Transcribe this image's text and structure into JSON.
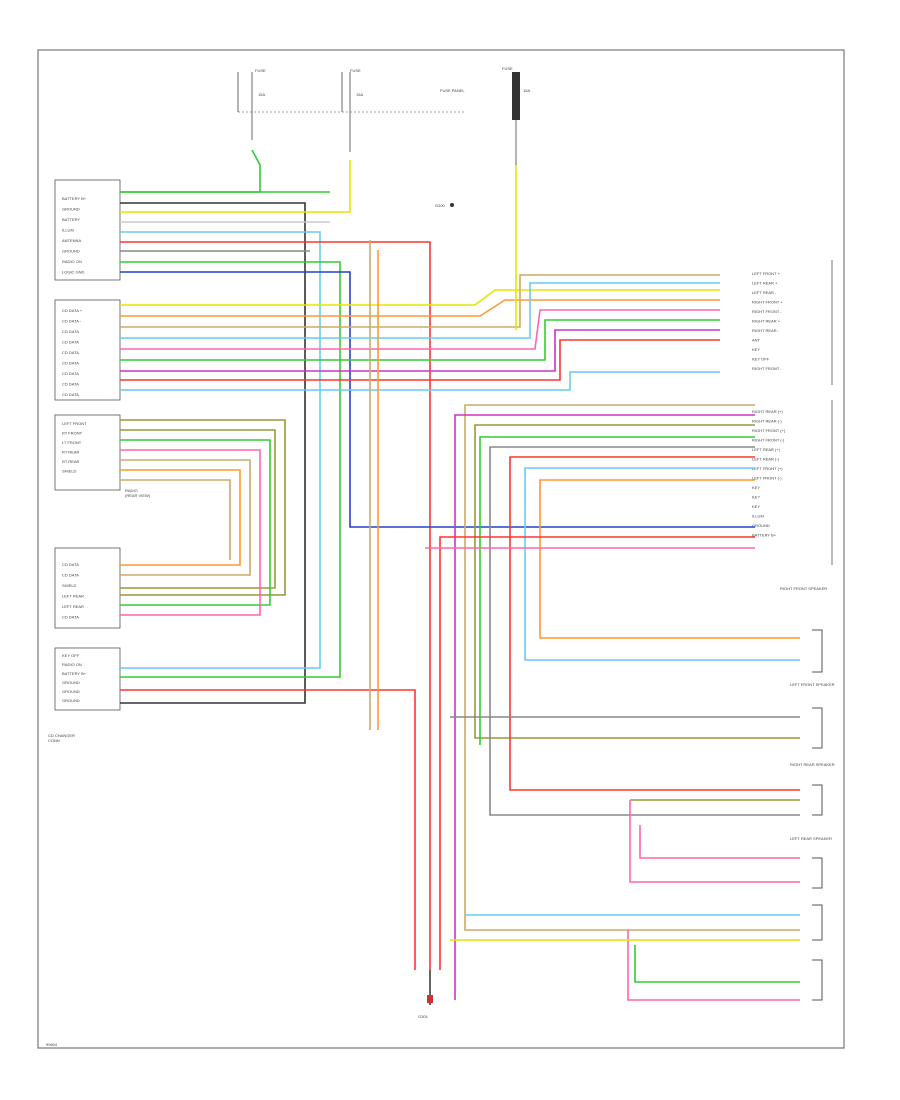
{
  "colors": {
    "green": "#33cc33",
    "yellow": "#e6e600",
    "white": "#cccccc",
    "light_blue": "#66ccee",
    "red": "#ff3333",
    "black": "#333333",
    "dark_blue": "#2244cc",
    "orange": "#ff9933",
    "pink": "#ff66aa",
    "olive": "#999933",
    "violet": "#cc33cc",
    "tan": "#ccaa66",
    "gray": "#888888"
  },
  "labels": {
    "fuse_left": "FUSE",
    "fuse_left_sub": "15A",
    "fuse_mid": "FUSE",
    "fuse_mid_sub": "15A",
    "fuse_right": "FUSE",
    "fuse_right_sub": "15A",
    "fuse_panel": "FUSE PANEL",
    "ground_ref": "G200",
    "radio_block": "RADIO",
    "radio_block_sub": "(REAR VIEW)",
    "cd_block": "CD CHANGER",
    "cd_block_sub": "CONN",
    "speaker_rf": "RIGHT FRONT SPEAKER",
    "speaker_lf": "LEFT FRONT SPEAKER",
    "speaker_rr": "RIGHT REAR SPEAKER",
    "speaker_lr": "LEFT REAR SPEAKER",
    "ground_bottom": "G301",
    "figure_id": "99604"
  },
  "connector_left_top": [
    "BATTERY B+",
    "GROUND",
    "BATTERY",
    "ILLUM",
    "ANTENNA",
    "GROUND",
    "RADIO ON",
    "LOGIC GND"
  ],
  "connector_left_mid": [
    "CD DATA +",
    "CD DATA -",
    "CD DATA",
    "CD DATA",
    "CD DATA",
    "CD DATA",
    "CD DATA",
    "CD DATA",
    "CD DATA"
  ],
  "connector_left_low": [
    "LEFT FRONT",
    "RT FRONT",
    "LT FRONT",
    "RT REAR",
    "RT REAR",
    "SHIELD"
  ],
  "connector_lower2": [
    "CD DATA",
    "CD DATA",
    "SHIELD",
    "LEFT REAR",
    "LEFT REAR",
    "CD DATA"
  ],
  "connector_lower3": [
    "KEY OFF",
    "RADIO ON",
    "BATTERY B+",
    "GROUND",
    "GROUND",
    "GROUND"
  ],
  "connector_right_top": [
    "LEFT FRONT +",
    "LEFT REAR +",
    "LEFT REAR -",
    "RIGHT FRONT +",
    "RIGHT FRONT -",
    "RIGHT REAR +",
    "RIGHT REAR -",
    "ANT",
    "KEY",
    "KEY OFF",
    "RIGHT FRONT -"
  ],
  "connector_right_mid": [
    "RIGHT REAR (+)",
    "RIGHT REAR (-)",
    "RIGHT FRONT (+)",
    "RIGHT FRONT (-)",
    "LEFT REAR (+)",
    "LEFT REAR (-)",
    "LEFT FRONT (+)",
    "LEFT FRONT (-)",
    "KEY",
    "KEY",
    "KEY",
    "ILLUM",
    "GROUND",
    "BATTERY B+"
  ]
}
